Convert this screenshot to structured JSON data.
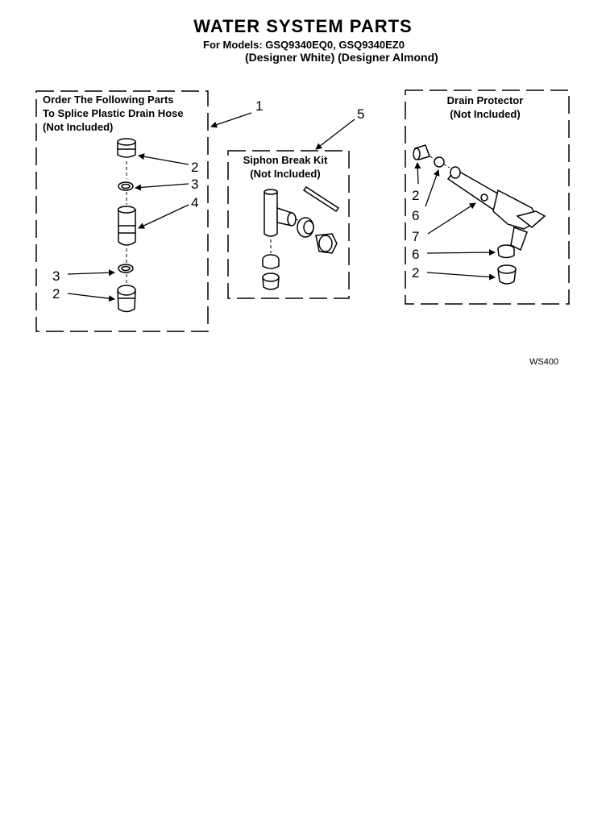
{
  "header": {
    "title": "WATER SYSTEM PARTS",
    "models": "For Models: GSQ9340EQ0, GSQ9340EZ0",
    "colors": "(Designer White) (Designer Almond)"
  },
  "boxes": {
    "splice": {
      "line1": "Order The Following Parts",
      "line2": "To Splice Plastic Drain Hose",
      "line3": "(Not Included)"
    },
    "siphon": {
      "line1": "Siphon Break Kit",
      "line2": "(Not Included)"
    },
    "drain": {
      "line1": "Drain Protector",
      "line2": "(Not Included)"
    }
  },
  "callouts": {
    "c1": "1",
    "c2a": "2",
    "c3a": "3",
    "c4": "4",
    "c3b": "3",
    "c2b": "2",
    "c5": "5",
    "c2c": "2",
    "c6a": "6",
    "c7": "7",
    "c6b": "6",
    "c2d": "2"
  },
  "diagram_code": "WS400"
}
